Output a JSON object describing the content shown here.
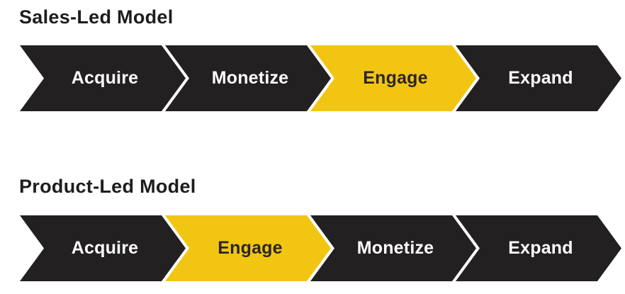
{
  "canvas": {
    "background": "#ffffff"
  },
  "colors": {
    "chevron_dark": "#232021",
    "chevron_highlight": "#f2c512",
    "label_on_dark": "#ffffff",
    "label_on_highlight": "#2b2526",
    "title_text": "#1e1c1c"
  },
  "sections": [
    {
      "title": "Sales-Led Model",
      "steps": [
        {
          "label": "Acquire",
          "highlighted": false
        },
        {
          "label": "Monetize",
          "highlighted": false
        },
        {
          "label": "Engage",
          "highlighted": true
        },
        {
          "label": "Expand",
          "highlighted": false
        }
      ]
    },
    {
      "title": "Product-Led Model",
      "steps": [
        {
          "label": "Acquire",
          "highlighted": false
        },
        {
          "label": "Engage",
          "highlighted": true
        },
        {
          "label": "Monetize",
          "highlighted": false
        },
        {
          "label": "Expand",
          "highlighted": false
        }
      ]
    }
  ]
}
